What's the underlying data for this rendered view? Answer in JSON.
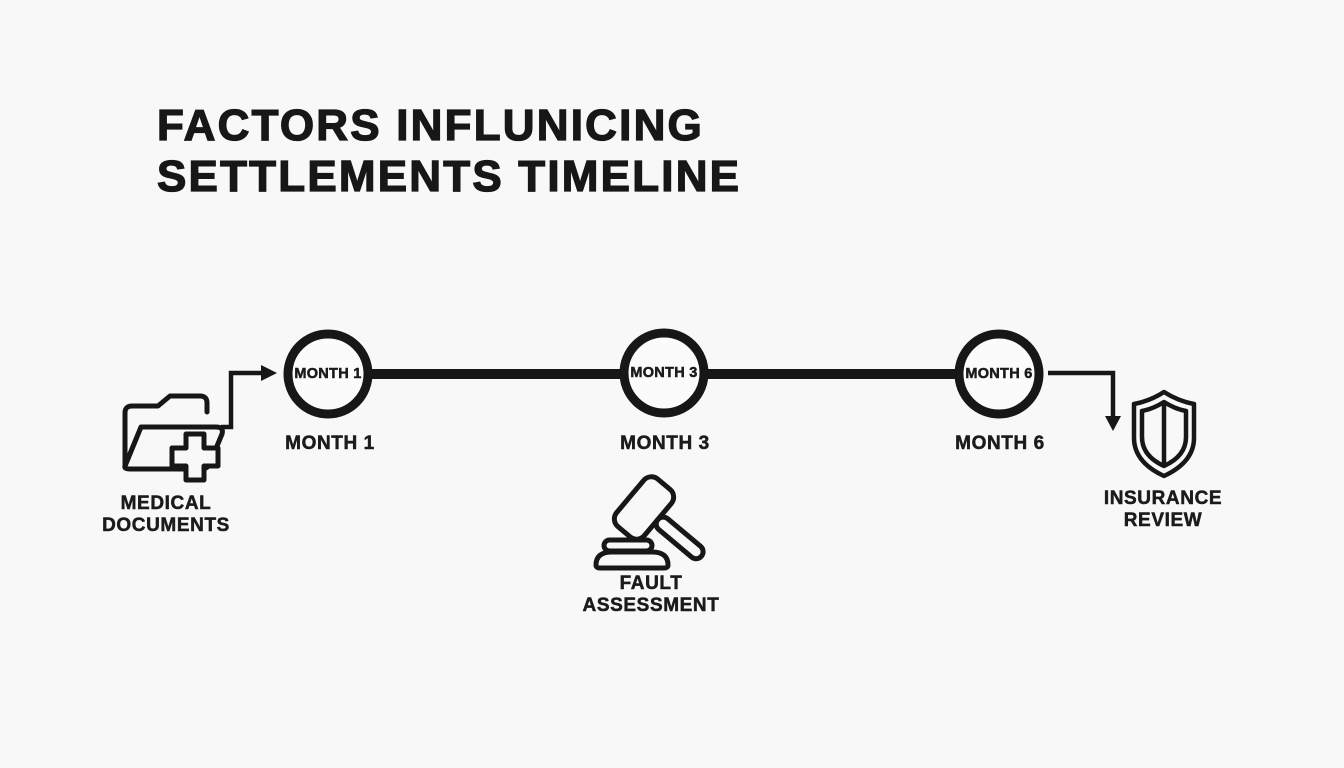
{
  "title": {
    "line1": "FACTORS INFLUNICING",
    "line2": "SETTLEMENTS TIMELINE"
  },
  "timeline": {
    "nodes": [
      {
        "id": "month-1",
        "circle_label": "MONTH 1",
        "below_label": "MONTH 1"
      },
      {
        "id": "month-3",
        "circle_label": "MONTH 3",
        "below_label": "MONTH 3"
      },
      {
        "id": "month-6",
        "circle_label": "MONTH 6",
        "below_label": "MONTH 6"
      }
    ]
  },
  "factors": [
    {
      "icon": "medical-folder-icon",
      "line1": "MEDICAL",
      "line2": "DOCUMENTS"
    },
    {
      "icon": "gavel-icon",
      "line1": "FAULT",
      "line2": "ASSESSMENT"
    },
    {
      "icon": "shield-icon",
      "line1": "INSURANCE",
      "line2": "REVIEW"
    }
  ],
  "colors": {
    "ink": "#171717",
    "background": "#f8f8f8"
  }
}
